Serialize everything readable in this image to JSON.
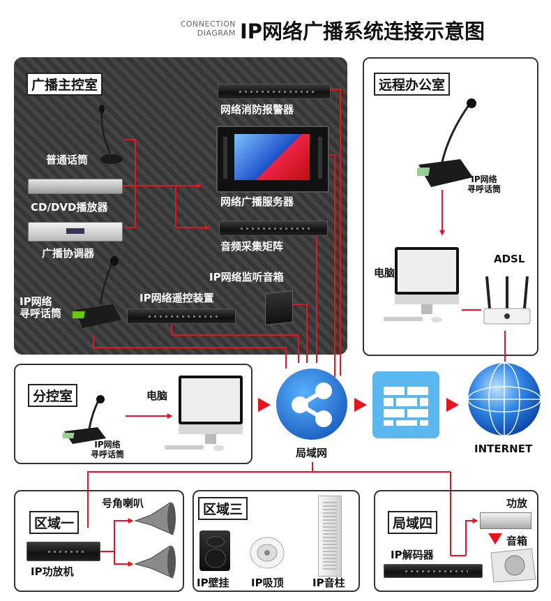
{
  "header": {
    "en_line1": "CONNECTION",
    "en_line2": "DIAGRAM",
    "title": "IP网络广播系统连接示意图"
  },
  "main_room": {
    "tag": "广播主控室",
    "mic": "普通话筒",
    "dvd": "CD/DVD播放器",
    "coordinator": "广播协调器",
    "ip_mic_line1": "IP网络",
    "ip_mic_line2": "寻呼话筒",
    "fire_alarm": "网络消防报警器",
    "server": "网络广播服务器",
    "matrix": "音频采集矩阵",
    "monitor_speaker": "IP网络监听音箱",
    "remote_control": "IP网络遥控装置"
  },
  "remote_office": {
    "tag": "远程办公室",
    "ip_mic_line1": "IP网络",
    "ip_mic_line2": "寻呼话筒",
    "computer": "电脑",
    "adsl": "ADSL"
  },
  "sub_room": {
    "tag": "分控室",
    "computer": "电脑",
    "ip_mic_line1": "IP网络",
    "ip_mic_line2": "寻呼话筒"
  },
  "network": {
    "lan": "局域网",
    "internet": "INTERNET"
  },
  "zone1": {
    "tag": "区域一",
    "horn": "号角喇叭",
    "amp": "IP功放机"
  },
  "zone3": {
    "tag": "区域三",
    "wall": "IP壁挂",
    "ceiling": "IP吸顶",
    "column": "IP音柱"
  },
  "zone4": {
    "tag": "局域四",
    "amp": "功放",
    "speaker": "音箱",
    "decoder": "IP解码器"
  },
  "colors": {
    "line": "#e8141c",
    "dark_panel": "#3a3a3a",
    "lan_blue": "#2e7fd6",
    "firewall_blue": "#5ab8ee"
  }
}
